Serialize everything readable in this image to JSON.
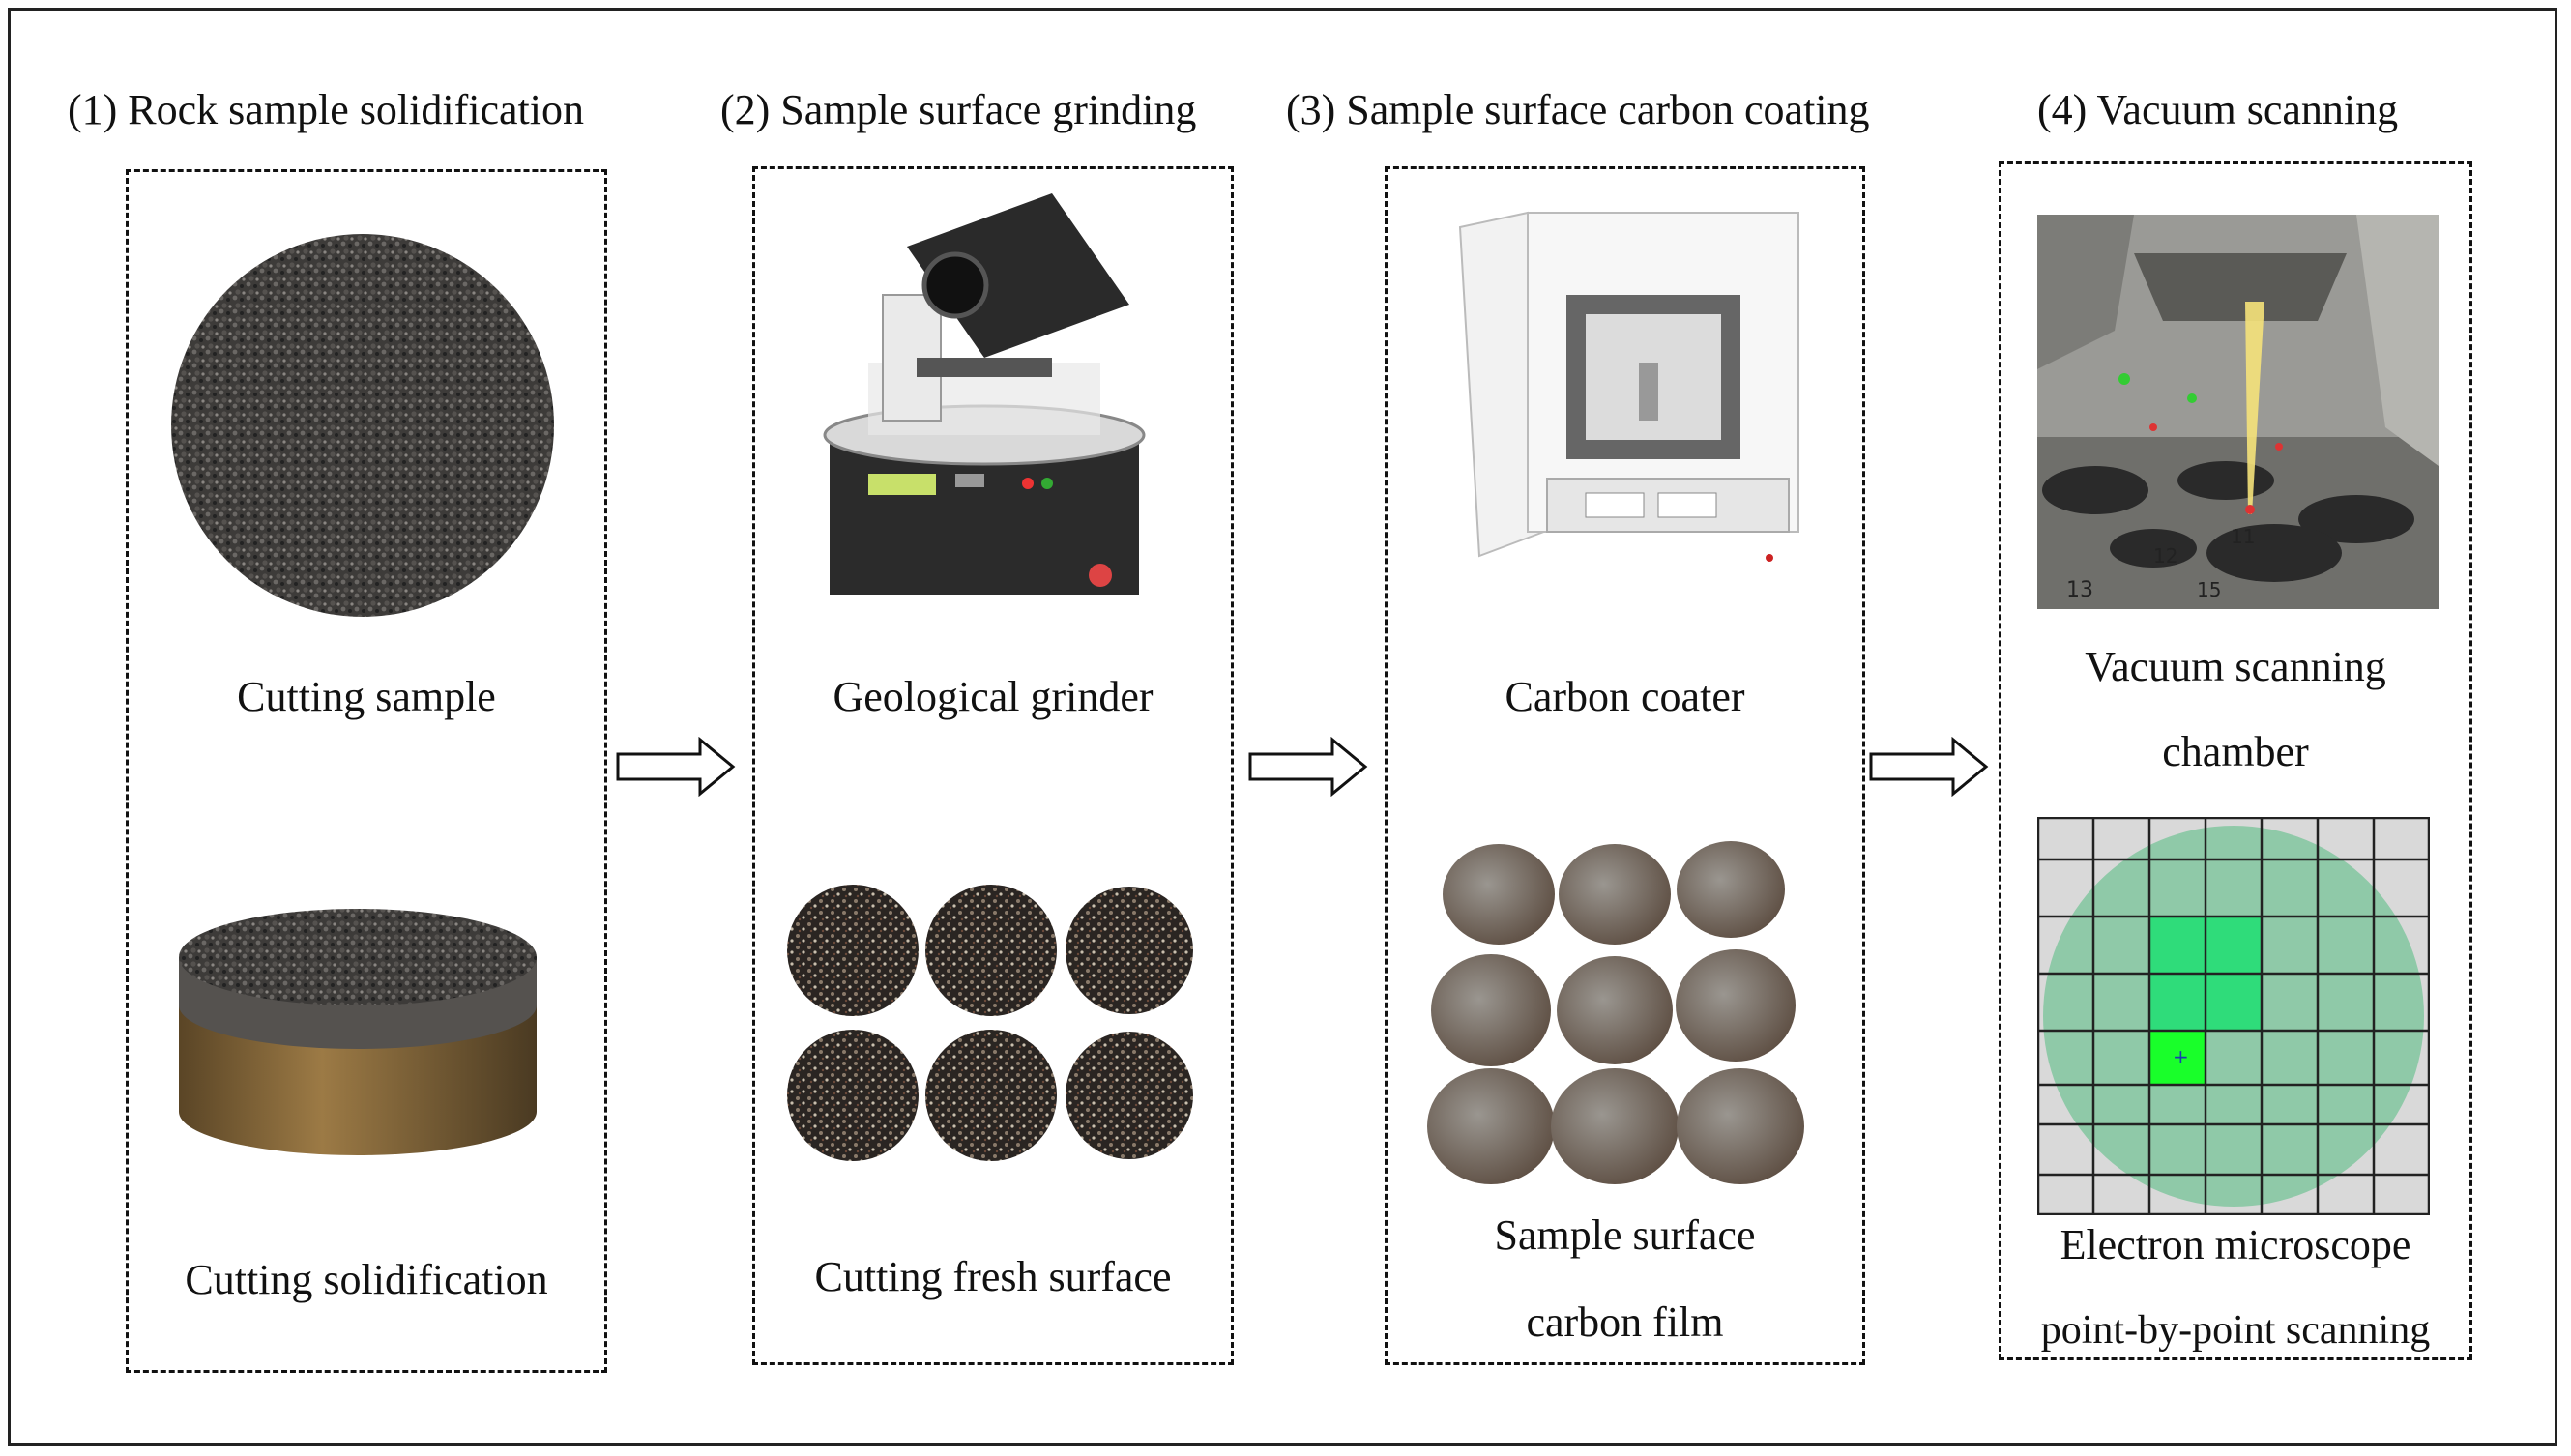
{
  "steps": [
    {
      "title": "(1) Rock sample solidification",
      "caption_top": "Cutting sample",
      "caption_bottom": "Cutting solidification"
    },
    {
      "title": "(2) Sample surface grinding",
      "caption_top": "Geological grinder",
      "caption_bottom": "Cutting fresh surface"
    },
    {
      "title": "(3) Sample surface carbon coating",
      "caption_top": "Carbon coater",
      "caption_bottom_line1": "Sample surface",
      "caption_bottom_line2": "carbon film"
    },
    {
      "title": "(4) Vacuum scanning",
      "caption_top_line1": "Vacuum scanning",
      "caption_top_line2": "chamber",
      "caption_bottom_line1": "Electron microscope",
      "caption_bottom_line2": "point-by-point scanning"
    }
  ],
  "chamber_labels": [
    "11",
    "12",
    "13",
    "15"
  ],
  "colors": {
    "rock": "#3a3836",
    "resin": "#8a6a3a",
    "grid_fill": "#8fc9a8",
    "grid_highlight": "#2fdc7a",
    "grid_selected": "#19ff2a",
    "beam": "#f5e27a"
  }
}
